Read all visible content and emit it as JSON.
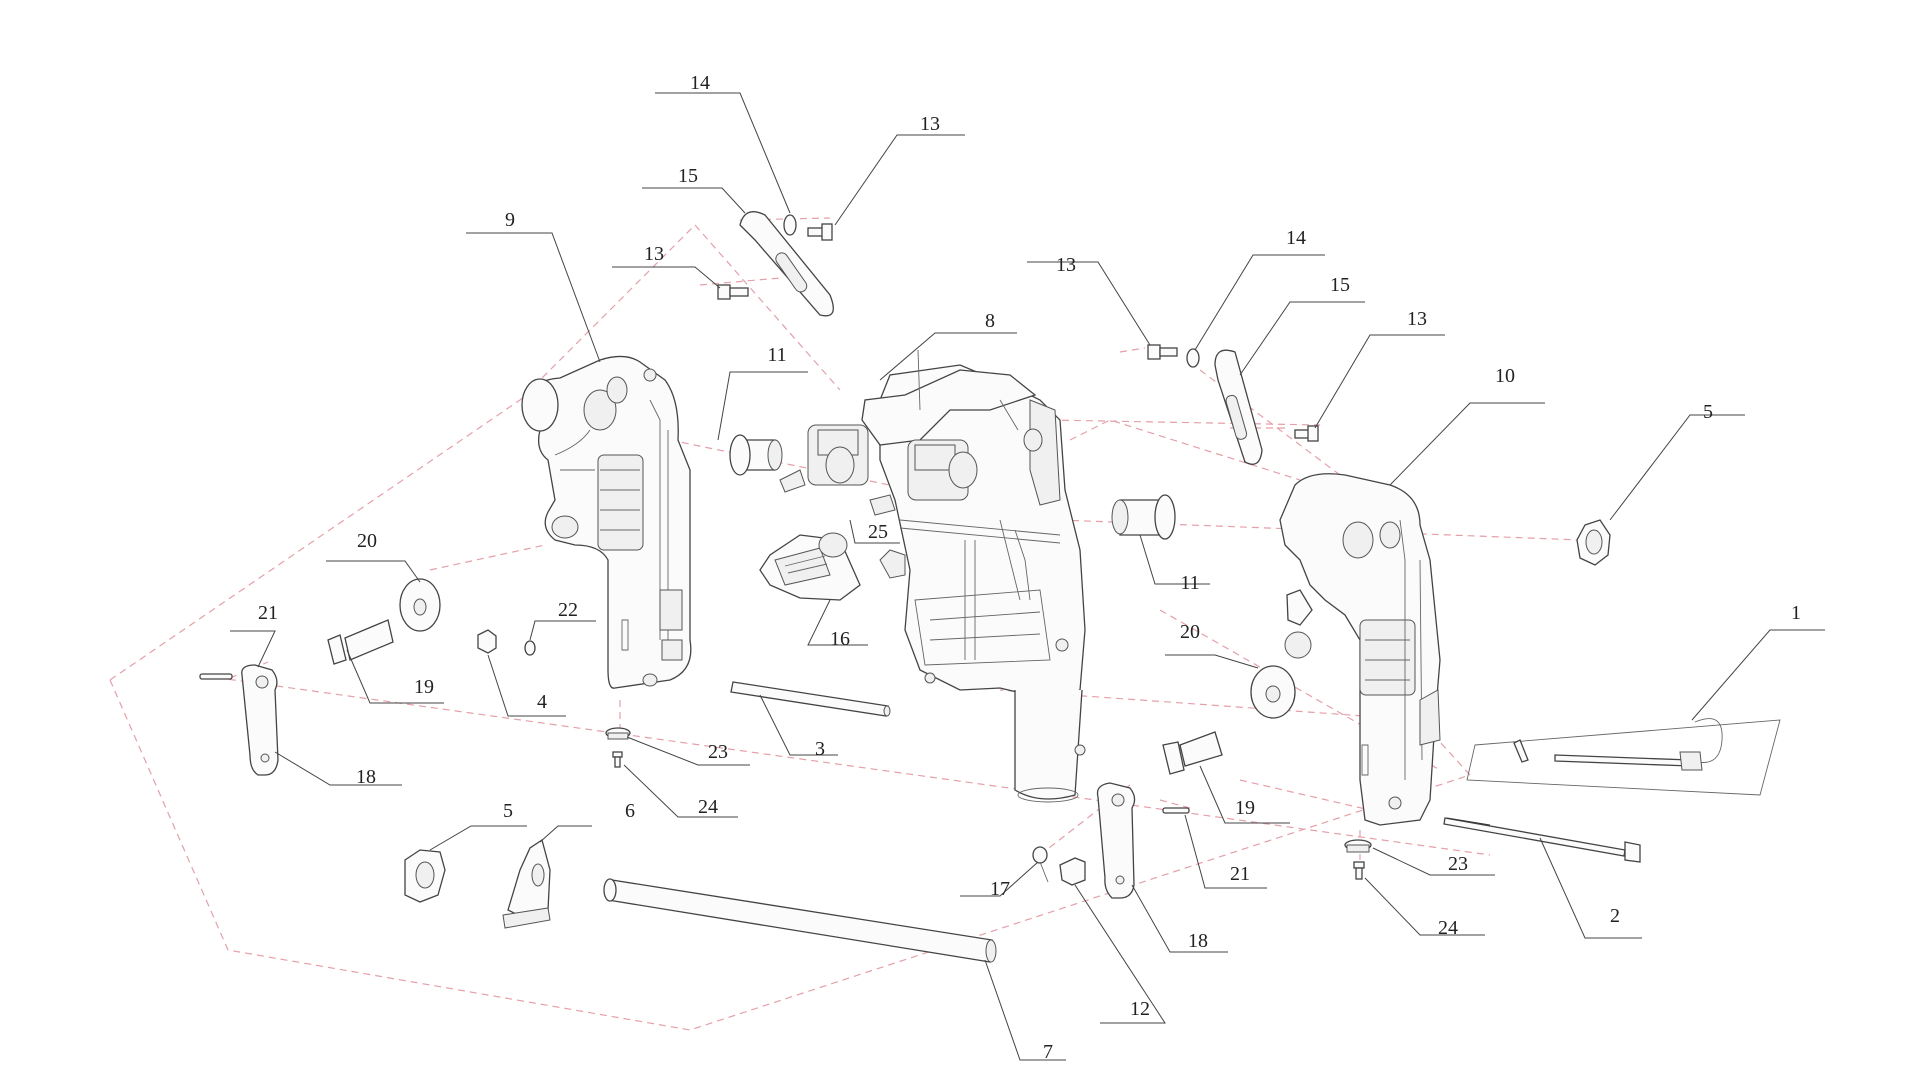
{
  "callouts": [
    "1",
    "2",
    "3",
    "4",
    "5",
    "5",
    "6",
    "7",
    "8",
    "9",
    "10",
    "11",
    "11",
    "12",
    "13",
    "13",
    "13",
    "13",
    "14",
    "14",
    "15",
    "15",
    "16",
    "17",
    "18",
    "18",
    "19",
    "19",
    "20",
    "20",
    "21",
    "21",
    "22",
    "23",
    "23",
    "24",
    "24",
    "25"
  ]
}
